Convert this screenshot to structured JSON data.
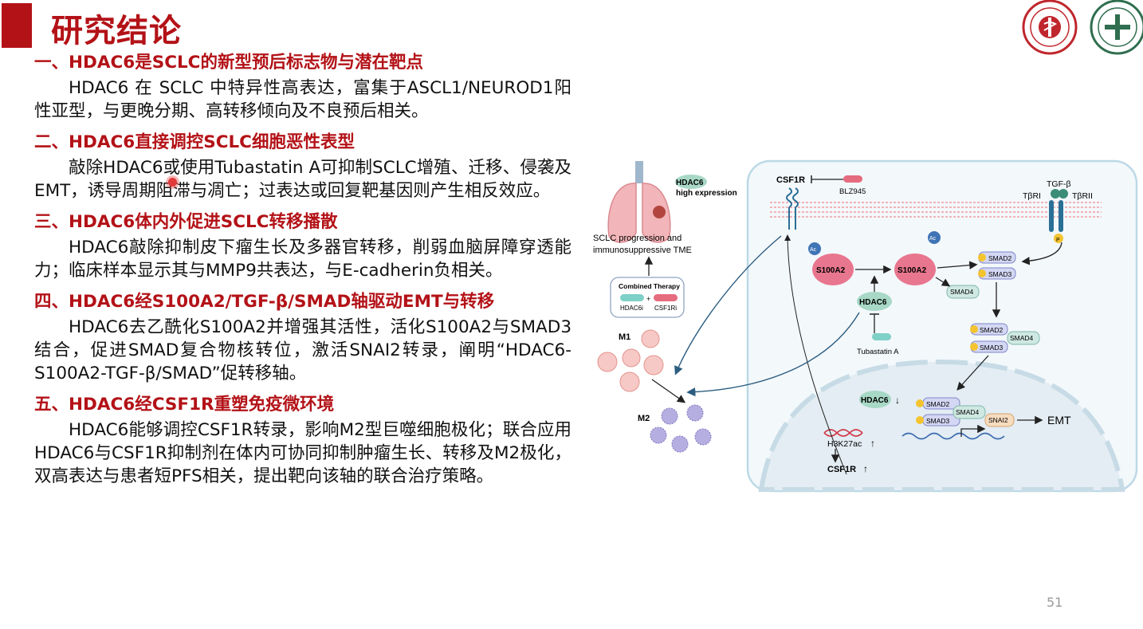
{
  "title": "研究结论",
  "page_number": "51",
  "sections": [
    {
      "heading": "一、HDAC6是SCLC的新型预后标志物与潜在靶点",
      "body": "HDAC6 在 SCLC 中特异性高表达，富集于ASCL1/NEUROD1阳性亚型，与更晚分期、高转移倾向及不良预后相关。"
    },
    {
      "heading": "二、HDAC6直接调控SCLC细胞恶性表型",
      "body": "敲除HDAC6或使用Tubastatin A可抑制SCLC增殖、迁移、侵袭及EMT，诱导周期阻滞与凋亡；过表达或回复靶基因则产生相反效应。"
    },
    {
      "heading": "三、HDAC6体内外促进SCLC转移播散",
      "body": "HDAC6敲除抑制皮下瘤生长及多器官转移，削弱血脑屏障穿透能力；临床样本显示其与MMP9共表达，与E-cadherin负相关。"
    },
    {
      "heading": "四、HDAC6经S100A2/TGF-β/SMAD轴驱动EMT与转移",
      "body": "HDAC6去乙酰化S100A2并增强其活性，活化S100A2与SMAD3结合，促进SMAD复合物核转位，激活SNAI2转录，阐明“HDAC6-S100A2-TGF-β/SMAD”促转移轴。"
    },
    {
      "heading": "五、HDAC6经CSF1R重塑免疫微环境",
      "body": "HDAC6能够调控CSF1R转录，影响M2型巨噬细胞极化；联合应用HDAC6与CSF1R抑制剂在体内可协同抑制肿瘤生长、转移及M2极化，双高表达与患者短PFS相关，提出靶向该轴的联合治疗策略。"
    }
  ],
  "figure": {
    "hdac6_high": "HDAC6",
    "high_expression": "high expression",
    "sclc_line1": "SCLC progression and",
    "sclc_line2": "immunosuppressive TME",
    "combined_therapy": "Combined Therapy",
    "hdac6i": "HDAC6i",
    "plus": "+",
    "csf1ri": "CSF1Ri",
    "m1": "M1",
    "m2": "M2",
    "csf1r_top": "CSF1R",
    "blz945": "BLZ945",
    "tgfb": "TGF-β",
    "tbri": "TβRI",
    "tbrii": "TβRII",
    "ac": "Ac",
    "s100a2": "S100A2",
    "hdac6": "HDAC6",
    "tubastatin": "Tubastatin A",
    "smad2": "SMAD2",
    "smad3": "SMAD3",
    "smad4": "SMAD4",
    "p": "P",
    "snai2": "SNAI2",
    "emt": "EMT",
    "h3k27ac": "H3K27ac",
    "csf1r_bottom": "CSF1R"
  },
  "colors": {
    "accent": "#b31217",
    "cell_border": "#bcd9e6",
    "nucleus": "#e3edf3"
  }
}
